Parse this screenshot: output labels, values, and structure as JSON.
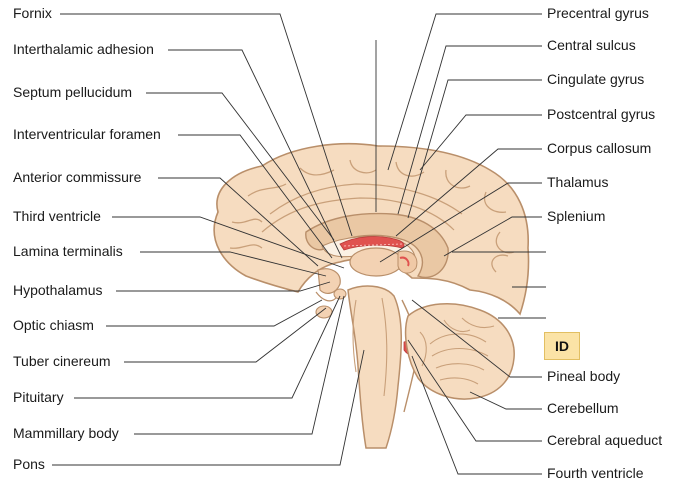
{
  "labels_left": [
    {
      "text": "Fornix"
    },
    {
      "text": "Interthalamic adhesion"
    },
    {
      "text": "Septum pellucidum"
    },
    {
      "text": "Interventricular foramen"
    },
    {
      "text": "Anterior commissure"
    },
    {
      "text": "Third ventricle"
    },
    {
      "text": "Lamina terminalis"
    },
    {
      "text": "Hypothalamus"
    },
    {
      "text": "Optic chiasm"
    },
    {
      "text": "Tuber cinereum"
    },
    {
      "text": "Pituitary"
    },
    {
      "text": "Mammillary body"
    },
    {
      "text": "Pons"
    }
  ],
  "labels_right": [
    {
      "text": "Precentral gyrus"
    },
    {
      "text": "Central sulcus"
    },
    {
      "text": "Cingulate gyrus"
    },
    {
      "text": "Postcentral gyrus"
    },
    {
      "text": "Corpus callosum"
    },
    {
      "text": "Thalamus"
    },
    {
      "text": "Splenium"
    },
    {
      "text": "Pineal body"
    },
    {
      "text": "Cerebellum"
    },
    {
      "text": "Cerebral aqueduct"
    },
    {
      "text": "Fourth ventricle"
    }
  ],
  "id_box": {
    "text": "ID"
  },
  "colors": {
    "tissue": "#f6dcc0",
    "tissue_dark": "#eac8a4",
    "outline": "#b98f6a",
    "ventricle": "#fbf1e4",
    "highlight": "#e0524f",
    "id_box": "#fbe3a6",
    "leader": "#333333"
  }
}
